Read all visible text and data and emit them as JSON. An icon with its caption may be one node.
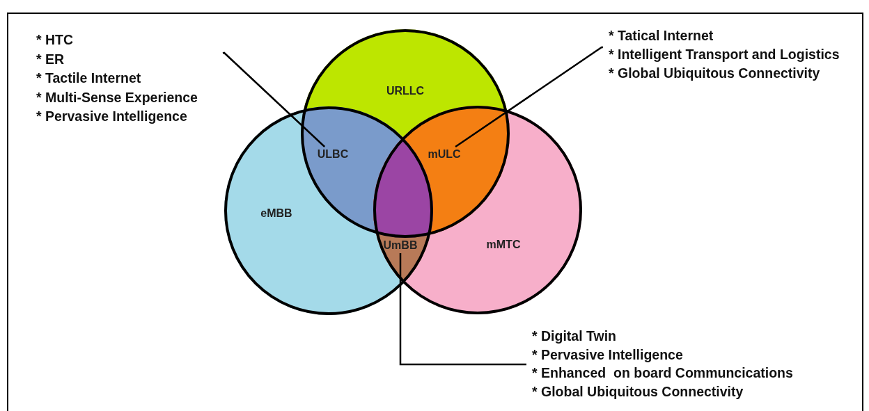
{
  "diagram": {
    "nodes": [
      {
        "text": [
          "* HTC",
          "* ER",
          "* Tactile Internet",
          "* Multi-Sense Experience",
          "* Pervasive Intelligence"
        ]
      },
      {
        "text": [
          "URLLC"
        ]
      },
      {
        "text": [
          "* Tatical Internet",
          "* Intelligent Transport and Logistics",
          "* Global Ubiquitous Connectivity"
        ]
      },
      {
        "text": [
          "ULBC"
        ]
      },
      {
        "text": [
          "mULC"
        ]
      },
      {
        "text": [
          "eMBB"
        ]
      },
      {
        "text": [
          "mMTC"
        ]
      },
      {
        "text": [
          "UmBB"
        ]
      },
      {
        "text": [
          "* Digital Twin",
          "* Pervasive Intelligence",
          "* Enhanced  on board Communcications",
          "* Global Ubiquitous Connectivity"
        ]
      }
    ],
    "edges": [
      {
        "from": 0,
        "to": 3,
        "arrow": "none"
      },
      {
        "from": 2,
        "to": 4,
        "arrow": "none"
      },
      {
        "from": 7,
        "to": 8,
        "arrow": "none"
      }
    ]
  }
}
